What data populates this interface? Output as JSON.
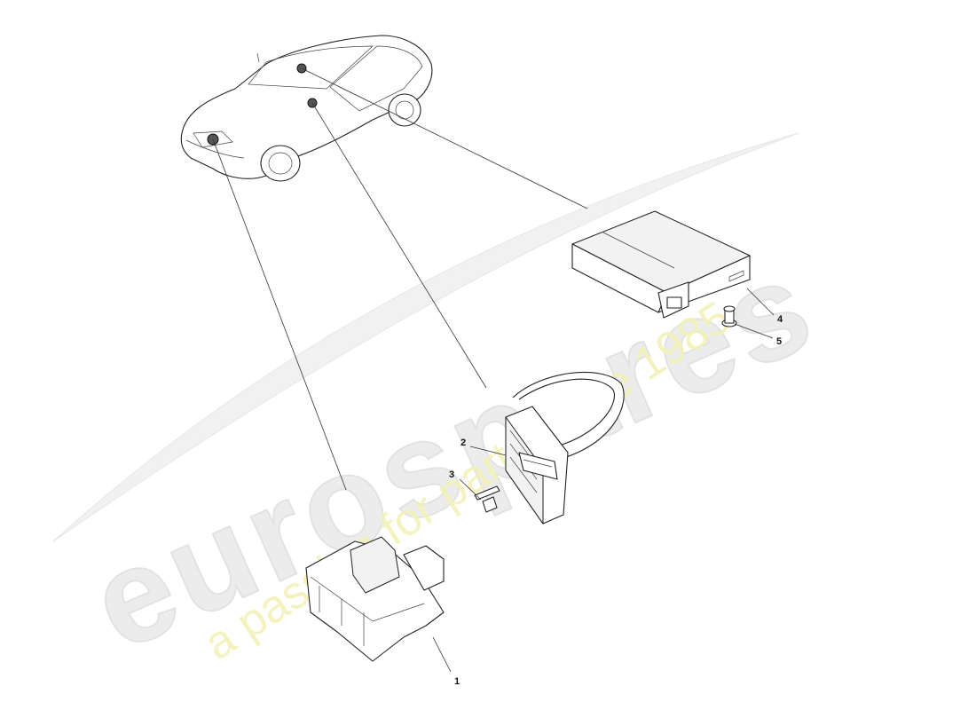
{
  "watermark": {
    "brand": "eurospares",
    "tagline": "a passion for parts since 1985",
    "colors": {
      "brand": "#e6e6e6",
      "tagline": "#f0efa0"
    }
  },
  "callouts": [
    {
      "id": "1",
      "label": "1"
    },
    {
      "id": "2",
      "label": "2"
    },
    {
      "id": "3",
      "label": "3"
    },
    {
      "id": "4",
      "label": "4"
    },
    {
      "id": "5",
      "label": "5"
    }
  ],
  "icons": {
    "car": "vehicle-outline-icon",
    "module": "control-module-icon",
    "bracket": "mounting-bracket-icon",
    "connector": "harness-connector-icon",
    "screw": "screw-icon",
    "bolt": "bolt-icon"
  }
}
